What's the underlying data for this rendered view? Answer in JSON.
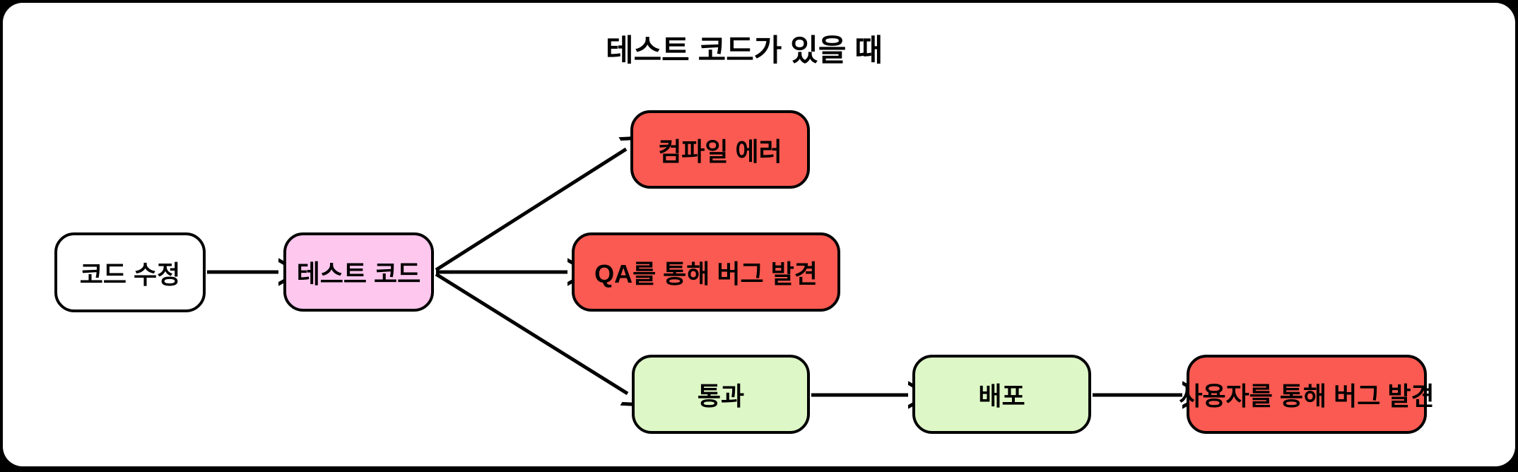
{
  "title": "테스트 코드가 있을 때",
  "nodes": [
    {
      "id": "code-edit",
      "label": "코드 수정",
      "fill": "#ffffff"
    },
    {
      "id": "test-code",
      "label": "테스트 코드",
      "fill": "#fdc7ee"
    },
    {
      "id": "compile-error",
      "label": "컴파일 에러",
      "fill": "#fa5a51"
    },
    {
      "id": "qa-bug",
      "label": "QA를 통해 버그 발견",
      "fill": "#fa5a51"
    },
    {
      "id": "pass",
      "label": "통과",
      "fill": "#ddf7c6"
    },
    {
      "id": "deploy",
      "label": "배포",
      "fill": "#ddf7c6"
    },
    {
      "id": "user-bug",
      "label": "사용자를 통해 버그 발견",
      "fill": "#fa5a51"
    }
  ],
  "edges": [
    {
      "from": "code-edit",
      "to": "test-code"
    },
    {
      "from": "test-code",
      "to": "compile-error"
    },
    {
      "from": "test-code",
      "to": "qa-bug"
    },
    {
      "from": "test-code",
      "to": "pass"
    },
    {
      "from": "pass",
      "to": "deploy"
    },
    {
      "from": "deploy",
      "to": "user-bug"
    }
  ],
  "colors": {
    "page_background": "#000000",
    "canvas_background": "#ffffff",
    "stroke": "#000000",
    "node_pink": "#fdc7ee",
    "node_red": "#fa5a51",
    "node_green": "#ddf7c6",
    "node_white": "#ffffff",
    "text": "#000000"
  }
}
